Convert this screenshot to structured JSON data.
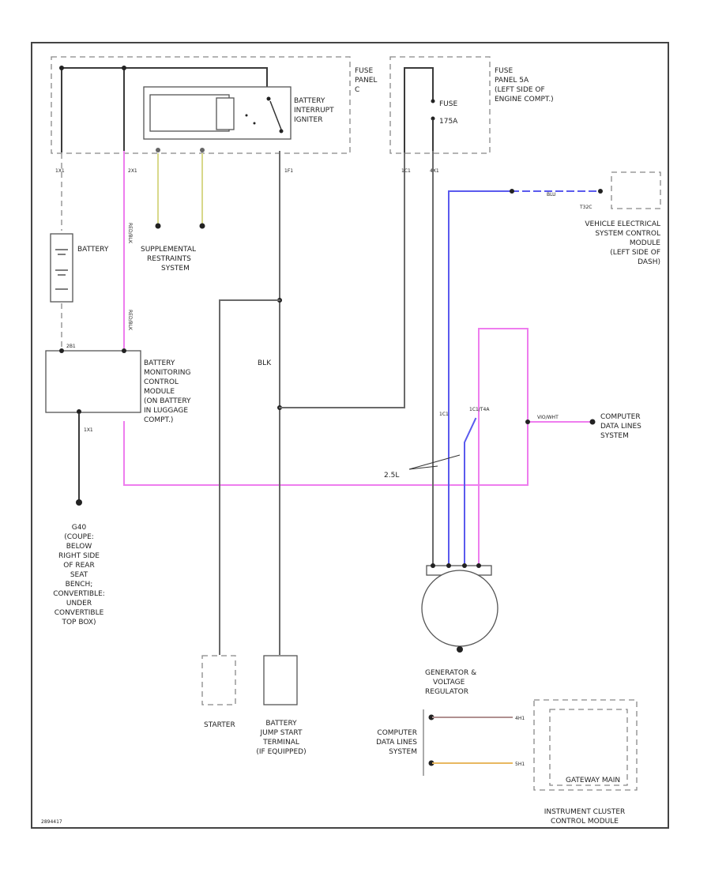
{
  "fuse_panel_c": {
    "title_lines": [
      "FUSE",
      "PANEL",
      "C"
    ],
    "pins": [
      "1X1",
      "2X1"
    ]
  },
  "battery_interrupt": {
    "lines": [
      "BATTERY",
      "INTERRUPT",
      "IGNITER"
    ],
    "pin": "1F1"
  },
  "fuse_panel_a": {
    "title_lines": [
      "FUSE",
      "PANEL 5A",
      "(LEFT SIDE OF",
      "ENGINE COMPT.)"
    ],
    "fuse_name": "FUSE",
    "fuse_rating": "175A",
    "pins": [
      "1C1",
      "4X1"
    ]
  },
  "vems": {
    "pin": "T32C",
    "wire": "BLU",
    "lines": [
      "VEHICLE ELECTRICAL",
      "SYSTEM CONTROL",
      "MODULE",
      "(LEFT SIDE OF",
      "DASH)"
    ]
  },
  "battery": {
    "label": "BATTERY"
  },
  "srs": {
    "lines": [
      "SUPPLEMENTAL",
      "RESTRAINTS",
      "SYSTEM"
    ]
  },
  "bmcm": {
    "pin": "2B1",
    "lines": [
      "BATTERY",
      "MONITORING",
      "CONTROL",
      "MODULE",
      "(ON BATTERY",
      "IN LUGGAGE",
      "COMPT.)"
    ],
    "ground_pin": "1X1"
  },
  "ground": {
    "lines": [
      "G40",
      "(COUPE:",
      "BELOW",
      "RIGHT SIDE",
      "OF REAR",
      "SEAT",
      "BENCH;",
      "CONVERTIBLE:",
      "UNDER",
      "CONVERTIBLE",
      "TOP BOX)"
    ]
  },
  "splice": {
    "label": "2.5L",
    "pin": "1C1",
    "pin2": "1C1/T4A"
  },
  "wire_colors": {
    "main": "BLK",
    "pink": "VIO/WHT",
    "red": "RED/BLK",
    "blue": "BLU"
  },
  "data_lines": {
    "lines": [
      "COMPUTER",
      "DATA LINES",
      "SYSTEM"
    ]
  },
  "generator": {
    "lines": [
      "GENERATOR &",
      "VOLTAGE",
      "REGULATOR"
    ]
  },
  "starter": {
    "label": "STARTER"
  },
  "jump_start": {
    "lines": [
      "BATTERY",
      "JUMP START",
      "TERMINAL",
      "(IF EQUIPPED)"
    ]
  },
  "lower_data_lines": {
    "lines": [
      "COMPUTER",
      "DATA LINES",
      "SYSTEM"
    ],
    "pins": [
      "4H1",
      "5H1"
    ]
  },
  "instrument": {
    "inner": "GATEWAY MAIN",
    "lines": [
      "INSTRUMENT CLUSTER",
      "CONTROL MODULE"
    ]
  },
  "footer": {
    "code": "2894417"
  },
  "colors": {
    "pink": "#ee7dee",
    "blue": "#5a5aee",
    "yellow": "#d8d88a",
    "orange": "#e8b860",
    "black": "#3a3a3a"
  }
}
